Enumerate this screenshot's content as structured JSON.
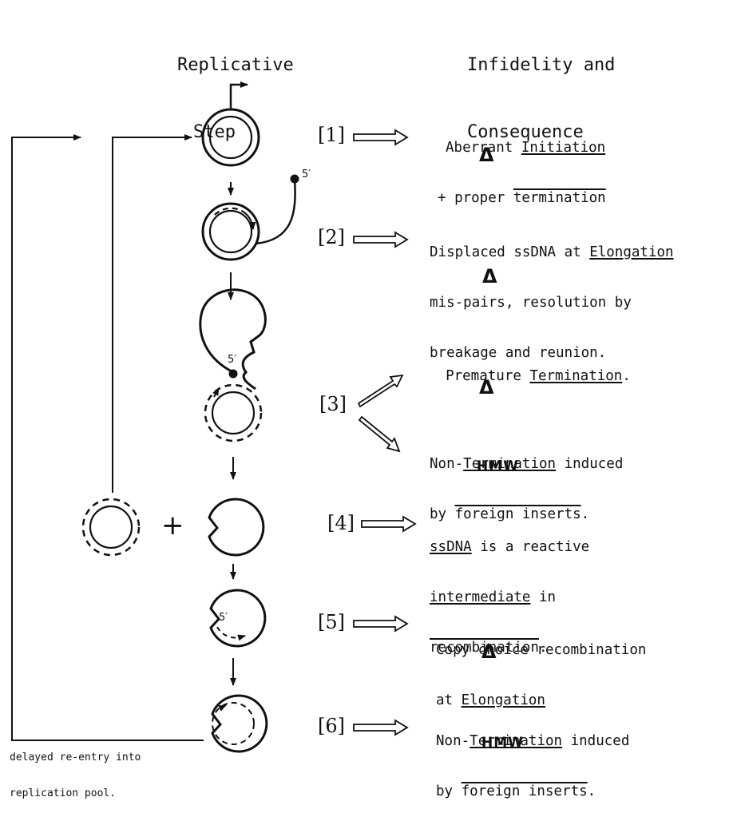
{
  "headers": {
    "left_line1": "Replicative",
    "left_line2": "Step",
    "right_line1": "Infidelity and",
    "right_line2": "Consequence"
  },
  "step_labels": [
    "[1]",
    "[2]",
    "[3]",
    "[4]",
    "[5]",
    "[6]"
  ],
  "prime_label": "5′",
  "plus": "+",
  "delta": "Δ",
  "hmw": "HMW",
  "consequences": {
    "c1": {
      "a": "Aberrant ",
      "b": "Initiation",
      "c": "+ proper ",
      "d": "termination"
    },
    "c2": {
      "a": "Displaced ssDNA at ",
      "b": "Elongation",
      "c": "mis-pairs, resolution by",
      "d": "breakage and reunion."
    },
    "c3a": {
      "a": "Premature ",
      "b": "Termination",
      "c": "."
    },
    "c3b": {
      "a": "Non-",
      "b": "Termination",
      "c": " induced",
      "d": "by ",
      "e": "foreign inserts",
      "f": "."
    },
    "c4": {
      "a": "ssDNA",
      "b": " is a reactive",
      "c": "intermediate",
      "d": " in",
      "e": "recombination",
      "f": "."
    },
    "c5": {
      "a": "Copy choice recombination",
      "b": "at ",
      "c": "Elongation"
    },
    "c6": {
      "a": "Non-",
      "b": "Termination",
      "c": " induced",
      "d": "by ",
      "e": "foreign inserts",
      "f": "."
    }
  },
  "footer": {
    "line1": "delayed re-entry into",
    "line2": "replication pool."
  }
}
